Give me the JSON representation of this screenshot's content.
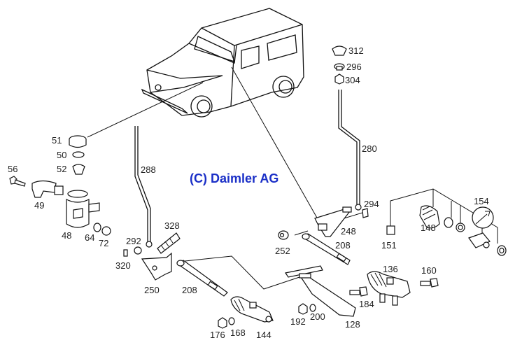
{
  "watermark": "(C) Daimler AG",
  "labels": {
    "p312": "312",
    "p296": "296",
    "p304": "304",
    "p280": "280",
    "p294": "294",
    "p248": "248",
    "p252": "252",
    "p208a": "208",
    "p151": "151",
    "p148": "148",
    "p154": "154",
    "p136": "136",
    "p160": "160",
    "p184": "184",
    "p128": "128",
    "p192": "192",
    "p200": "200",
    "p51": "51",
    "p50": "50",
    "p52": "52",
    "p56": "56",
    "p49": "49",
    "p48": "48",
    "p64": "64",
    "p72": "72",
    "p288": "288",
    "p328": "328",
    "p292": "292",
    "p320": "320",
    "p250": "250",
    "p208b": "208",
    "p176": "176",
    "p168": "168",
    "p144": "144"
  }
}
